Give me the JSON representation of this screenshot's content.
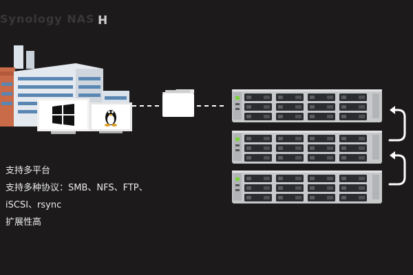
{
  "header": {
    "faded_title": "Synology NAS",
    "title_glyph": "H"
  },
  "features": [
    "支持多平台",
    "支持多种协议：SMB、NFS、FTP、",
    "iSCSI、rsync",
    "扩展性高"
  ],
  "colors": {
    "background": "#1c1a1b",
    "server_body": "#c8c9cb",
    "drive_bay": "#2b2c2f",
    "status_led": "#7ad13b",
    "connector": "#ffffff"
  },
  "icons": {
    "windows_logo": "windows-icon",
    "linux_logo": "linux-tux-icon",
    "folder": "folder-icon",
    "building": "factory-building-icon"
  }
}
